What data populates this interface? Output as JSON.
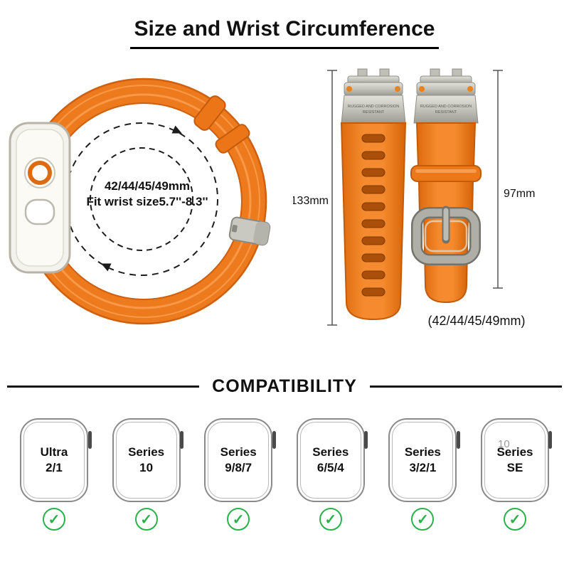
{
  "title": "Size and Wrist Circumference",
  "size_section": {
    "fit_line1": "42/44/45/49mm",
    "fit_line2": "Fit wrist size5.7''-8.3''",
    "strap_long_length": "133mm",
    "strap_short_length": "97mm",
    "caption": "(42/44/45/49mm)",
    "connector_text_line1": "RUGGED AND CORROSION",
    "connector_text_line2": "RESISTANT"
  },
  "compatibility": {
    "heading": "COMPATIBILITY",
    "check_icon": "✓",
    "page_number": "10",
    "models": [
      {
        "line1": "Ultra",
        "line2": "2/1"
      },
      {
        "line1": "Series",
        "line2": "10"
      },
      {
        "line1": "Series",
        "line2": "9/8/7"
      },
      {
        "line1": "Series",
        "line2": "6/5/4"
      },
      {
        "line1": "Series",
        "line2": "3/2/1"
      },
      {
        "line1": "Series",
        "line2": "SE"
      }
    ]
  },
  "colors": {
    "orange": "#EE7A1E",
    "silver": "#C6C6BE",
    "green": "#29B24A"
  }
}
